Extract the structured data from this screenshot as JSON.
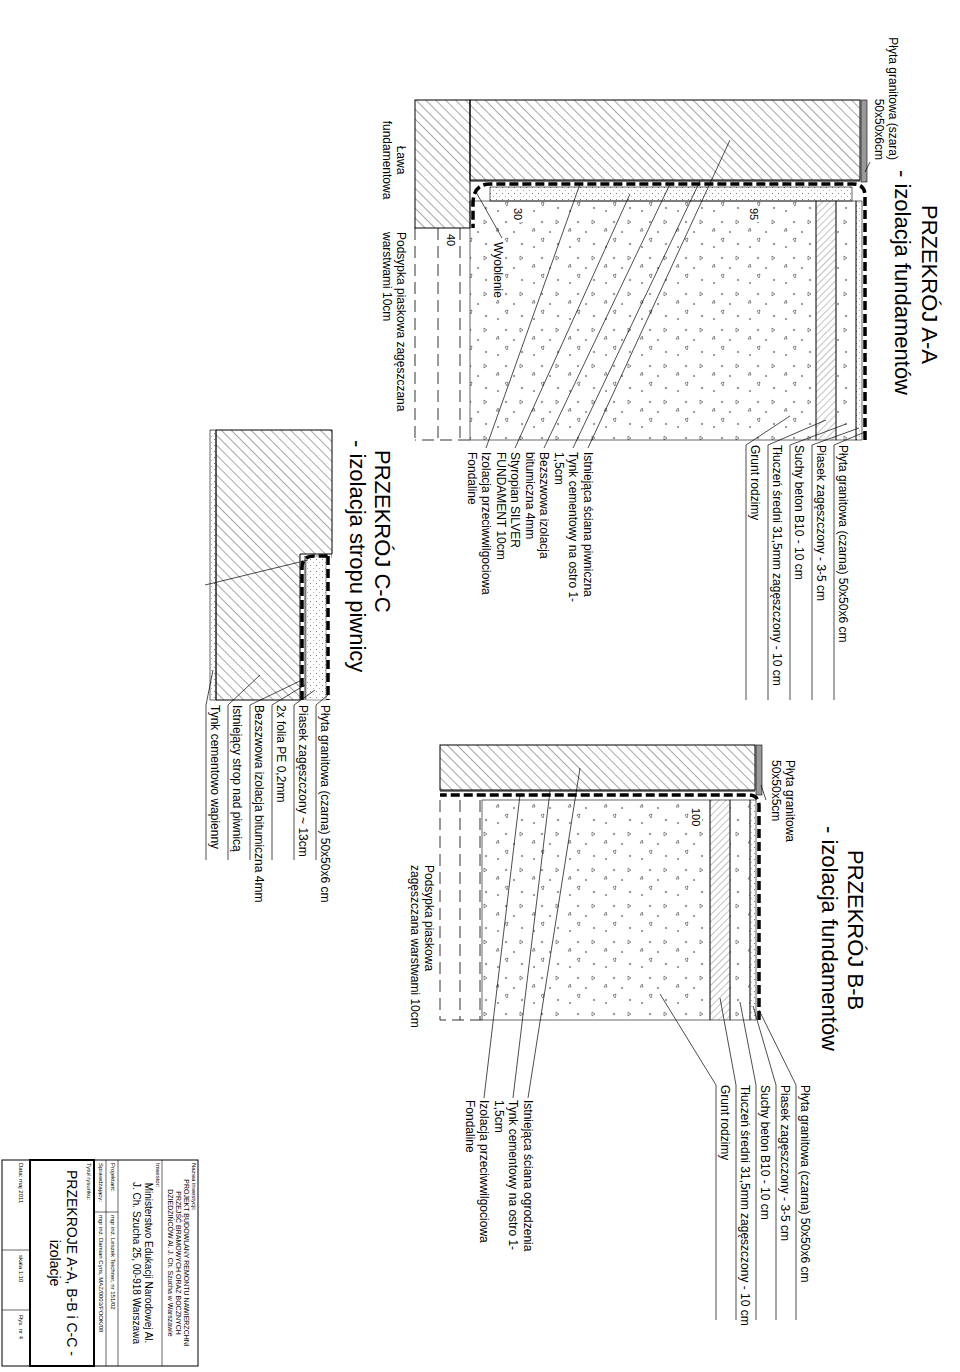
{
  "diagram": {
    "labels": [
      "PRZEKRÓJ A-A",
      "- izolacja fundamentów",
      "Płyta granitowa (czarna) 50x50x6 cm",
      "Piasek zagęszczony - 3-5 cm",
      "Suchy beton B10 - 10 cm",
      "Tłuczeń średni 31,5mm zagęszczony - 10 cm",
      "Grunt rodzimy",
      "Płyta granitowa (szara) 50x50x6cm",
      "95",
      "30",
      "Wyoblenie",
      "40",
      "Ława fundamentowa",
      "Podsypka piaskowa zagęszczana warstwami 10cm",
      "Istniejąca ściana piwniczna",
      "Tynk cementowy na ostro 1-1,5cm",
      "Bezszwowa izolacja bitumiczna 4mm",
      "Styropian SILVER FUNDAMENT 10cm",
      "Izolacja przeciwwilgociowa Fondaline",
      "PRZEKRÓJ B-B",
      "- izolacja fundamentów",
      "Płyta granitowa (czarna) 50x50x6 cm",
      "Piasek zagęszczony - 3-5 cm",
      "Suchy beton B10 - 10 cm",
      "Tłuczeń średni 31,5mm zagęszczony - 10 cm",
      "Grunt rodzimy",
      "Płyta granitowa 50x50x5cm",
      "100",
      "Podsypka piaskowa zagęszczana warstwami 10cm",
      "Istniejąca ściana ogrodzenia",
      "Tynk cementowy na ostro 1-1,5cm",
      "Izolacja przeciwwilgociowa Fondaline",
      "PRZEKRÓJ C-C",
      "- izolacja stropu piwnicy",
      "Płyta granitowa (czarna) 50x50x6 cm",
      "Piasek zagęszczony ~ 13cm",
      "2x folia PE 0,2mm",
      "Bezszwowa izolacja bitumiczna 4mm",
      "Istniejący strop nad piwnicą",
      "Tynk cementowo wapienny",
      "Nazwa inwestycji:",
      "PROJEKT BUDOWLANY REMONTU NAWIERZCHNI PRZEJŚĆ BRAMOWYCH ORAZ BOCZNYCH DZIEDZIŃCÓW Al. J. Ch. Szucha w Warszawie",
      "Inwestor:",
      "Ministerstwo Edukacji Narodowej Al. J. Ch. Szucha 25, 00-918 Warszawa",
      "Projektant:",
      "mgr inż. Leszek Teichner, nr 151/02",
      "Sprawdzający:",
      "mgr inż. Damian Cyris, MAZ/0003/POOK/08",
      "Tytuł rysunku:",
      "PRZEKROJE A-A, B-B i C-C - izolacje",
      "Data: maj 2011",
      "skala 1:10",
      "Rys. nr 4"
    ]
  }
}
